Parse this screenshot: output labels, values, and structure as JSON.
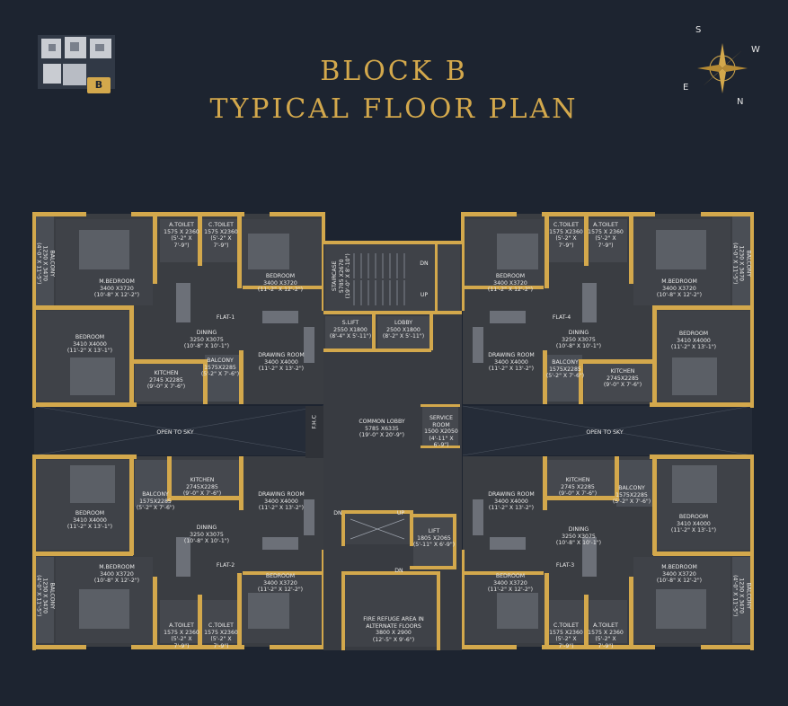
{
  "header": {
    "title_line1": "BLOCK B",
    "title_line2": "TYPICAL FLOOR PLAN",
    "key_plan_badge": "B"
  },
  "compass": {
    "s": "S",
    "w": "W",
    "e": "E",
    "n": "N",
    "icon": "compass-star-icon"
  },
  "colors": {
    "background": "#1d2430",
    "accent_gold": "#d3a84c",
    "room_fill": "#3a3d42",
    "wall": "#e6e6e6"
  },
  "core": {
    "staircase": "STAIRCASE\n5785 X2670\n(19'-0\" X 8'-10\")",
    "s_lift": "S.LIFT\n2550 X1800\n(8'-4\" X 5'-11\")",
    "lobby": "LOBBY\n2500 X1800\n(8'-2\" X 5'-11\")",
    "common_lobby": "COMMON LOBBY\n5785 X6335\n(19'-0\" X 20'-9\")",
    "service_room": "SERVICE\nROOM\n1500 X2050\n(4'-11\" X 6'-9\")",
    "fhc": "F.H.C",
    "lift": "LIFT\n1805 X2065\n(5'-11\" X 6'-9\")",
    "fire_refuge": "FIRE REFUGE AREA IN\nALTERNATE FLOORS\n3800 X 2900\n(12'-5\" X 9'-6\")",
    "dn": "DN",
    "up": "UP"
  },
  "open_to_sky": "OPEN TO SKY",
  "flats": {
    "flat1": {
      "name": "FLAT-1",
      "a_toilet": "A.TOILET\n1575 X 2360\n(5'-2\" X 7'-9\")",
      "c_toilet": "C.TOILET\n1575 X2360\n(5'-2\" X 7'-9\")",
      "m_bedroom": "M.BEDROOM\n3400 X3720\n(10'-8\" X 12'-2\")",
      "bedroom_top": "BEDROOM\n3400 X3720\n(11'-2\" X 12'-2\")",
      "bedroom_side": "BEDROOM\n3410 X4000\n(11'-2\" X 13'-1\")",
      "dining": "DINING\n3250 X3075\n(10'-8\" X 10'-1\")",
      "drawing": "DRAWING ROOM\n3400 X4000\n(11'-2\" X 13'-2\")",
      "kitchen": "KITCHEN\n2745 X2285\n(9'-0\" X 7'-6\")",
      "balcony_small": "BALCONY\n1575X2285\n(5'-2\" X 7'-6\")",
      "balcony_side": "BALCONY\n1230 X 3470\n(4'-0\" X 11'-5\")"
    },
    "flat2": {
      "name": "FLAT-2",
      "a_toilet": "A.TOILET\n1575 X 2360\n(5'-2\" X 7'-9\")",
      "c_toilet": "C.TOILET\n1575 X2360\n(5'-2\" X 7'-9\")",
      "m_bedroom": "M.BEDROOM\n3400 X3720\n(10'-8\" X 12'-2\")",
      "bedroom_bottom": "BEDROOM\n3400 X3720\n(11'-2\" X 12'-2\")",
      "bedroom_side": "BEDROOM\n3410 X4000\n(11'-2\" X 13'-1\")",
      "dining": "DINING\n3250 X3075\n(10'-8\" X 10'-1\")",
      "drawing": "DRAWING ROOM\n3400 X4000\n(11'-2\" X 13'-2\")",
      "kitchen": "KITCHEN\n2745X2285\n(9'-0\" X 7'-6\")",
      "balcony_small": "BALCONY\n1575X2285\n(5'-2\" X 7'-6\")",
      "balcony_side": "BALCONY\n1230 X 3470\n(4'-0\" X 11'-5\")"
    },
    "flat3": {
      "name": "FLAT-3",
      "a_toilet": "A.TOILET\n1575 X 2360\n(5'-2\" X 7'-9\")",
      "c_toilet": "C.TOILET\n1575 X2360\n(5'-2\" X 7'-9\")",
      "m_bedroom": "M.BEDROOM\n3400 X3720\n(10'-8\" X 12'-2\")",
      "bedroom_bottom": "BEDROOM\n3400 X3720\n(11'-2\" X 12'-2\")",
      "bedroom_side": "BEDROOM\n3410 X4000\n(11'-2\" X 13'-1\")",
      "dining": "DINING\n3250 X3075\n(10'-8\" X 10'-1\")",
      "drawing": "DRAWING ROOM\n3400 X4000\n(11'-2\" X 13'-2\")",
      "kitchen": "KITCHEN\n2745 X2285\n(9'-0\" X 7'-6\")",
      "balcony_small": "BALCONY\n1575X2285\n(5'-2\" X 7'-6\")",
      "balcony_side": "BALCONY\n1230 X 3470\n(4'-0\" X 11'-5\")"
    },
    "flat4": {
      "name": "FLAT-4",
      "a_toilet": "A.TOILET\n1575 X 2360\n(5'-2\" X 7'-9\")",
      "c_toilet": "C.TOILET\n1575 X2360\n(5'-2\" X 7'-9\")",
      "m_bedroom": "M.BEDROOM\n3400 X3720\n(10'-8\" X 12'-2\")",
      "bedroom_top": "BEDROOM\n3400 X3720\n(11'-2\" X 12'-2\")",
      "bedroom_side": "BEDROOM\n3410 X4000\n(11'-2\" X 13'-1\")",
      "dining": "DINING\n3250 X3075\n(10'-8\" X 10'-1\")",
      "drawing": "DRAWING ROOM\n3400 X4000\n(11'-2\" X 13'-2\")",
      "kitchen": "KITCHEN\n2745X2285\n(9'-0\" X 7'-6\")",
      "balcony_small": "BALCONY\n1575X2285\n(5'-2\" X 7'-6\")",
      "balcony_side": "BALCONY\n1230 X 3470\n(4'-0\" X 11'-5\")"
    }
  }
}
